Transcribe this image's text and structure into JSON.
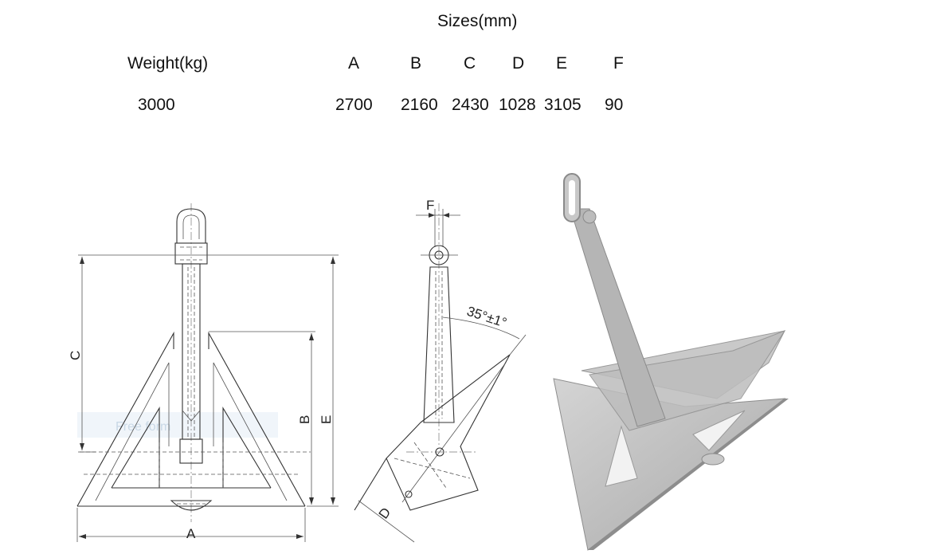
{
  "table": {
    "title": "Sizes(mm)",
    "headers": {
      "weight": "Weight(kg)",
      "a": "A",
      "b": "B",
      "c": "C",
      "d": "D",
      "e": "E",
      "f": "F"
    },
    "values": {
      "weight": "3000",
      "a": "2700",
      "b": "2160",
      "c": "2430",
      "d": "1028",
      "e": "3105",
      "f": "90"
    }
  },
  "drawing": {
    "front_labels": {
      "a": "A",
      "b": "B",
      "c": "C",
      "e": "E"
    },
    "side_labels": {
      "f": "F",
      "d": "D",
      "angle": "35°±1°"
    },
    "watermark": "Free form"
  }
}
